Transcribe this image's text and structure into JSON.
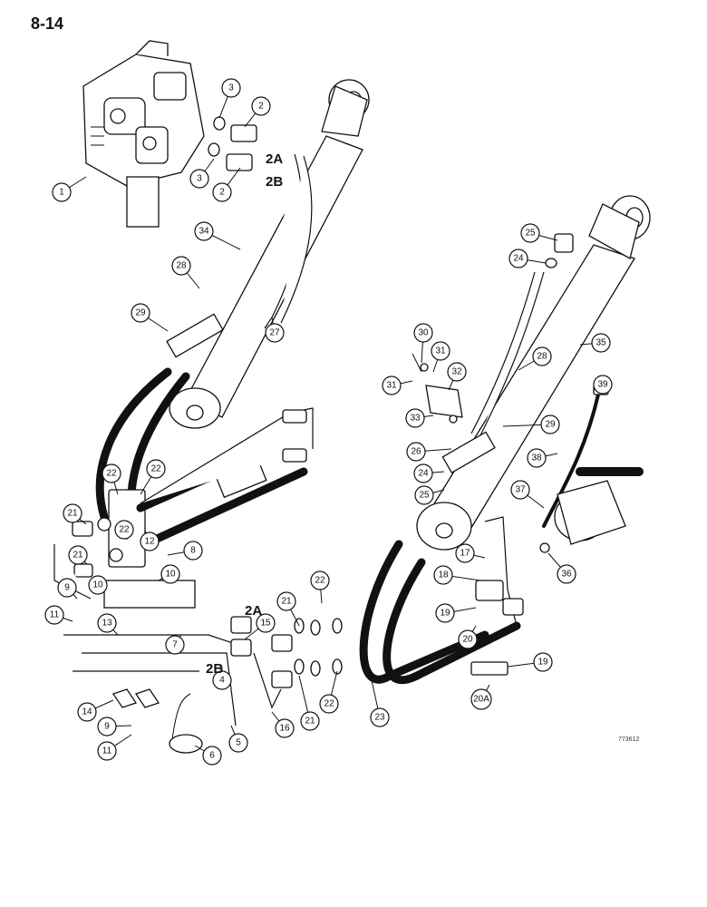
{
  "page": {
    "number": "8-14",
    "illustration_code": "773612"
  },
  "port_labels": [
    "2A",
    "2B",
    "2A",
    "2B"
  ],
  "callouts": [
    "1",
    "2",
    "2",
    "3",
    "3",
    "34",
    "28",
    "29",
    "27",
    "22",
    "22",
    "21",
    "22",
    "12",
    "8",
    "21",
    "10",
    "10",
    "9",
    "11",
    "13",
    "7",
    "15",
    "21",
    "22",
    "4",
    "14",
    "9",
    "11",
    "6",
    "5",
    "16",
    "21",
    "22",
    "25",
    "24",
    "35",
    "30",
    "31",
    "31",
    "32",
    "28",
    "33",
    "29",
    "39",
    "26",
    "38",
    "24",
    "25",
    "37",
    "17",
    "18",
    "19",
    "20",
    "19",
    "36",
    "23",
    "20A"
  ]
}
